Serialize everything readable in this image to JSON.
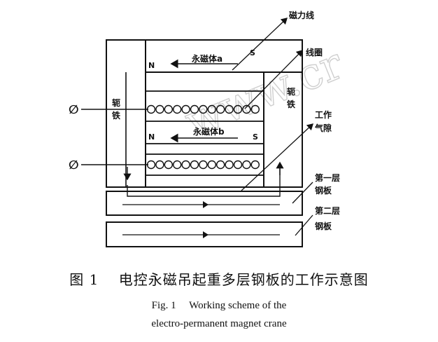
{
  "diagram": {
    "watermark": "www.cr",
    "labels": {
      "yoke_left": [
        "轭",
        "铁"
      ],
      "yoke_right": [
        "轭",
        "铁"
      ],
      "magnet_a": "永磁体a",
      "magnet_b": "永磁体b",
      "pole_n": "N",
      "pole_s": "S",
      "flux_line": "磁力线",
      "coil": "线圈",
      "air_gap": [
        "工作",
        "气隙"
      ],
      "plate_1": [
        "第一层",
        "钢板"
      ],
      "plate_2": [
        "第二层",
        "钢板"
      ],
      "terminal": "∅"
    }
  },
  "caption": {
    "cn": "图 1　 电控永磁吊起重多层钢板的工作示意图",
    "en_line1": "Fig. 1　 Working scheme of the",
    "en_line2": "electro-permanent magnet crane"
  }
}
